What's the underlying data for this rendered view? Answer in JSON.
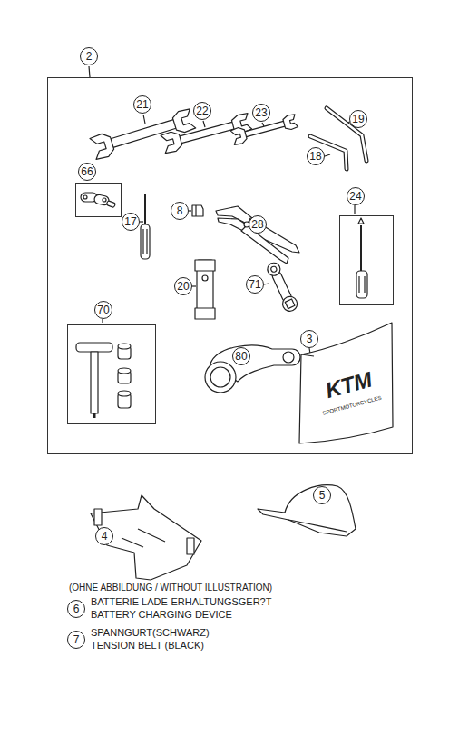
{
  "diagram": {
    "nodes": [
      {
        "text": [
          "2"
        ]
      },
      {
        "text": [
          "66"
        ],
        "in": 0
      },
      {
        "text": [
          "24"
        ],
        "in": 0
      },
      {
        "text": [
          "70"
        ],
        "in": 0
      }
    ],
    "labels": [
      "21",
      "22",
      "23",
      "19",
      "18",
      "17",
      "8",
      "28",
      "20",
      "71",
      "80",
      "3",
      "KTM",
      "SPORTMOTORCYCLES",
      "4",
      "5",
      "(OHNE ABBILDUNG / WITHOUT ILLUSTRATION)",
      "6",
      "BATTERIE LADE-ERHALTUNGSGER?T",
      "BATTERY CHARGING DEVICE",
      "7",
      "SPANNGURT(SCHWARZ)",
      "TENSION BELT (BLACK)"
    ]
  }
}
